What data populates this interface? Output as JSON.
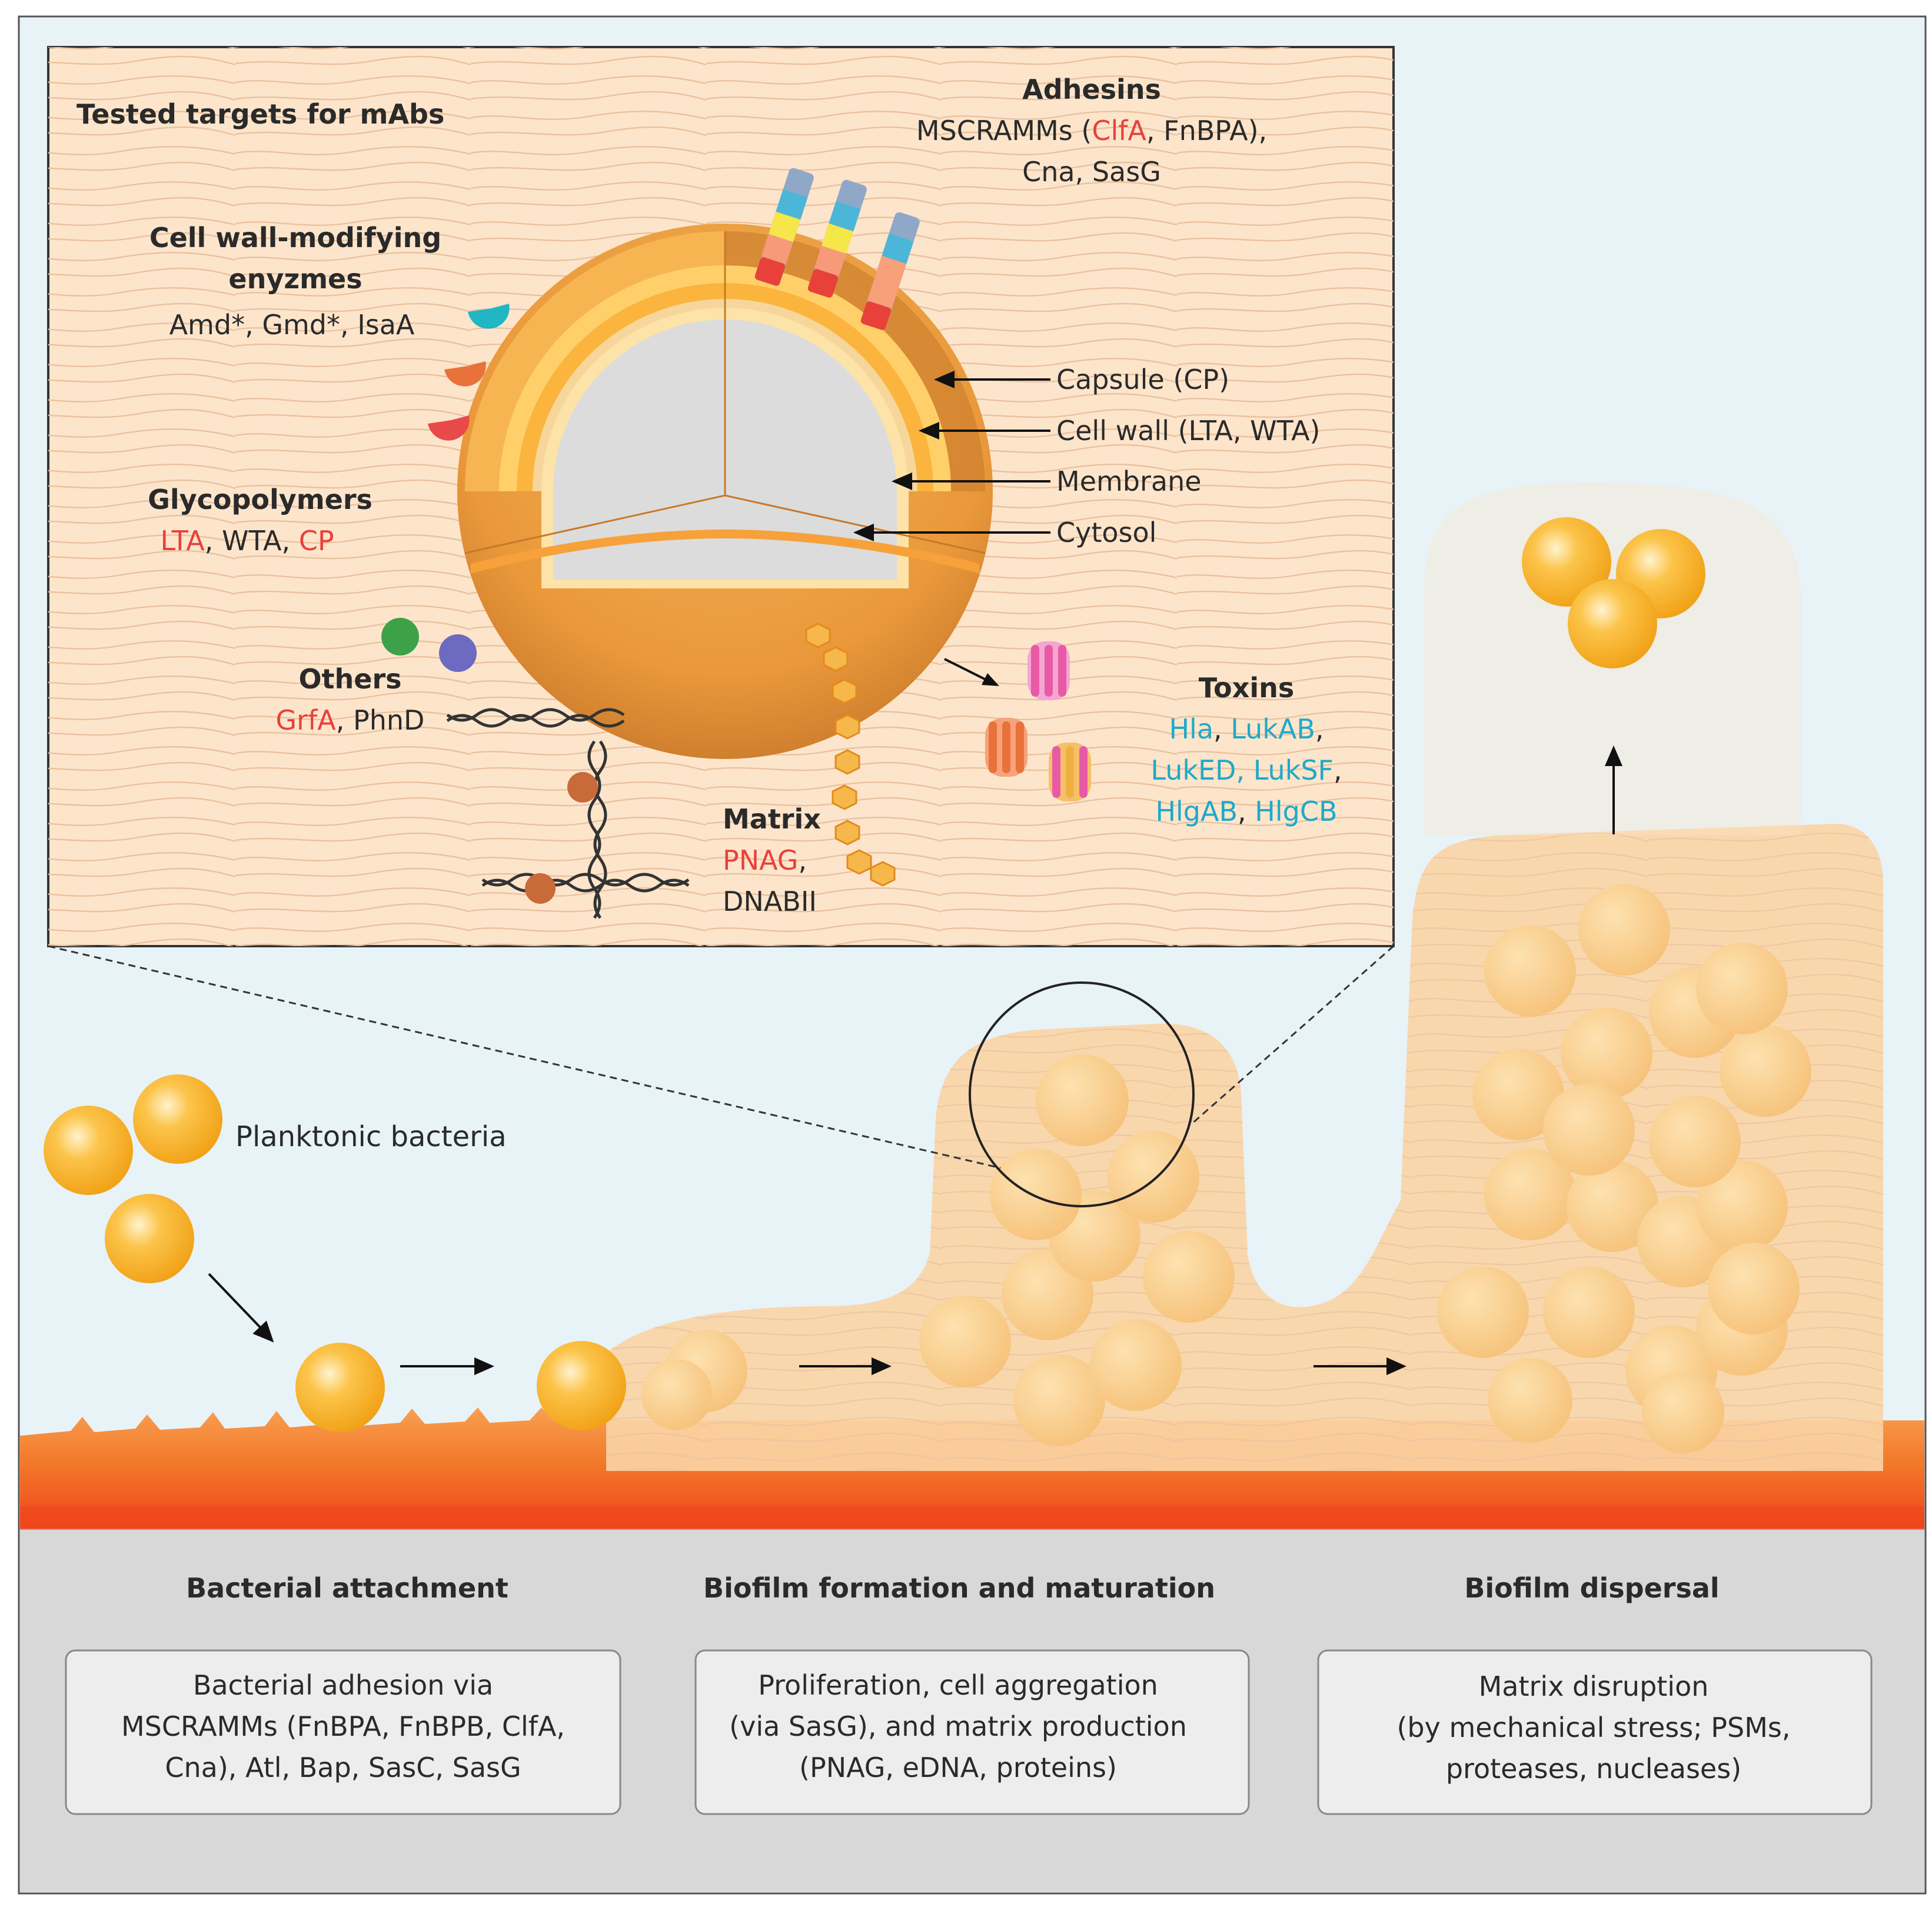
{
  "inset": {
    "title": "Tested targets for mAbs",
    "adhesins": {
      "heading": "Adhesins",
      "line1_pre": "MSCRAMMs (",
      "line1_red": "ClfA",
      "line1_post": ", FnBPA),",
      "line2": "Cna, SasG"
    },
    "cell_wall_enzymes": {
      "heading1": "Cell wall-modifying",
      "heading2": "enyzmes",
      "items": "Amd*, Gmd*, IsaA"
    },
    "glycopolymers": {
      "heading": "Glycopolymers",
      "lta": "LTA",
      "wta": ", WTA, ",
      "cp": "CP"
    },
    "others": {
      "heading": "Others",
      "grfa": "GrfA",
      "phnd": ", PhnD"
    },
    "matrix": {
      "heading": "Matrix",
      "pnag": "PNAG",
      "comma": ",",
      "dnabii": "DNABII"
    },
    "toxins": {
      "heading": "Toxins",
      "line1a": "Hla",
      "line1b": ", ",
      "line1c": "LukAB",
      "line1d": ",",
      "line2a": "LukED, LukSF",
      "line2b": ",",
      "line3a": "HlgAB",
      "line3b": ", ",
      "line3c": "HlgCB"
    },
    "layers": {
      "capsule": "Capsule (CP)",
      "cell_wall": "Cell wall (LTA, WTA)",
      "membrane": "Membrane",
      "cytosol": "Cytosol"
    }
  },
  "planktonic_label": "Planktonic bacteria",
  "stages": [
    {
      "title": "Bacterial attachment",
      "lines": [
        "Bacterial adhesion via",
        "MSCRAMMs (FnBPA, FnBPB, ClfA,",
        "Cna), Atl, Bap, SasC, SasG"
      ]
    },
    {
      "title": "Biofilm formation and maturation",
      "lines": [
        "Proliferation, cell aggregation",
        "(via SasG), and matrix production",
        "(PNAG, eDNA, proteins)"
      ]
    },
    {
      "title": "Biofilm dispersal",
      "lines": [
        "Matrix disruption",
        "(by mechanical stress; PSMs,",
        "proteases, nucleases)"
      ]
    }
  ],
  "colors": {
    "red_text": "#e8413a",
    "cyan_text": "#1fa9c9",
    "dark_text": "#2a2a2a",
    "bacterium": "#f5a623",
    "sky": "#e8f3f8",
    "tissue": "#f05a1e",
    "bottom_panel": "#d9d9d9"
  }
}
